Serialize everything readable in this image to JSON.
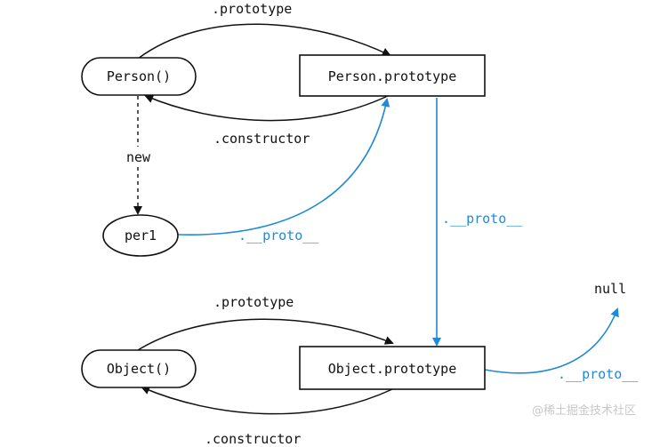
{
  "diagram": {
    "nodes": {
      "person_fn": "Person()",
      "person_proto": "Person.prototype",
      "per1": "per1",
      "object_fn": "Object()",
      "object_proto": "Object.prototype",
      "null_node": "null"
    },
    "edges": {
      "person_prototype": ".prototype",
      "person_constructor": ".constructor",
      "new_label": "new",
      "per1_proto": ".__proto__",
      "person_proto_proto": ".__proto__",
      "object_prototype": ".prototype",
      "object_constructor": ".constructor",
      "object_proto_proto": ".__proto__"
    },
    "colors": {
      "black": "#111111",
      "blue": "#1f8ad6"
    }
  },
  "watermark": "@稀土掘金技术社区"
}
